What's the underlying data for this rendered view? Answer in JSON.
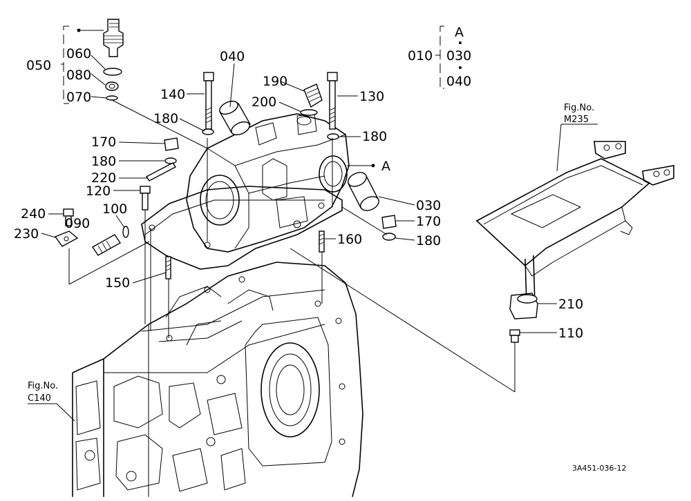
{
  "labels": {
    "p050": "050",
    "p060": "060",
    "p080": "080",
    "p070": "070",
    "p140": "140",
    "p040": "040",
    "p190": "190",
    "p200": "200",
    "p130": "130",
    "p180a": "180",
    "p180b": "180",
    "p170a": "170",
    "p180c": "180",
    "p220": "220",
    "p120": "120",
    "p240": "240",
    "p100": "100",
    "p230": "230",
    "p090": "090",
    "p150": "150",
    "p160": "160",
    "p030": "030",
    "p170b": "170",
    "p180d": "180",
    "p210": "210",
    "p110": "110",
    "p010": "010",
    "setA": "A",
    "set030": "030",
    "set040": "040",
    "refA": "A"
  },
  "figrefs": {
    "m235_line1": "Fig.No.",
    "m235_line2": "M235",
    "c140_line1": "Fig.No.",
    "c140_line2": "C140"
  },
  "diagram_code": "3A451-036-12"
}
